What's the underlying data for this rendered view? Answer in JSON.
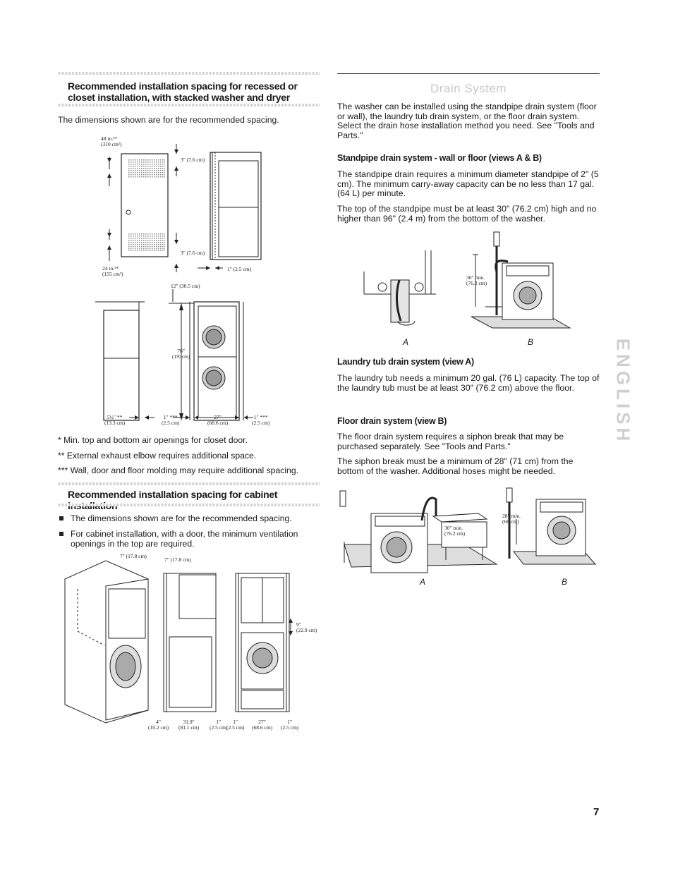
{
  "left": {
    "section1": {
      "title": "Recommended installation spacing for recessed or closet installation, with stacked washer and dryer",
      "intro": "The dimensions shown are for the recommended spacing."
    },
    "fig1": {
      "vent_area": "48 in.²*\n(310 cm²)",
      "gap_top": "3\" (7.6 cm)",
      "gap_bottom": "3\" (7.6 cm)",
      "vent_area_bottom": "24 in.²*\n(155 cm²)",
      "side_gap": "1\" (2.5 cm)"
    },
    "fig2": {
      "rear": "12\" (30.5 cm)",
      "height": "76\"\n(193cm)",
      "d1": "5¼\" **\n(13.3 cm)",
      "d2": "1\" ***\n(2.5 cm)",
      "d3": "27\"\n(68.6 cm)",
      "d4": "1\" ***\n(2.5 cm)"
    },
    "notes": [
      "* Min. top and bottom air openings for closet door.",
      "** External exhaust elbow requires additional space.",
      "*** Wall, door and floor molding may require additional spacing."
    ],
    "section2": {
      "title": "Recommended installation spacing for cabinet installation",
      "bullets": [
        "The dimensions shown are for the recommended spacing.",
        "For cabinet installation, with a door, the minimum ventilation openings in the top are required."
      ]
    },
    "fig3": {
      "top1": "7\" (17.8 cm)",
      "top2": "7\" (17.8 cm)",
      "right": "9\"\n(22.9 cm)",
      "b1": "4\"\n(10.2 cm)",
      "b2": "31.9\"\n(81.1 cm)",
      "b3": "1\"\n(2.5 cm)",
      "b4": "1\"\n(2.5 cm)",
      "b5": "27\"\n(68.6 cm)",
      "b6": "1\"\n(2.5 cm)"
    }
  },
  "right": {
    "title": "Drain System",
    "intro": "The washer can be installed using the standpipe drain system (floor or wall), the laundry tub drain system, or the floor drain system. Select the drain hose installation method you need. See \"Tools and Parts.\"",
    "standpipe": {
      "title": "Standpipe drain system - wall or floor (views A & B)",
      "p1": "The standpipe drain requires a minimum diameter standpipe of 2\" (5 cm). The minimum carry-away capacity can be no less than 17 gal. (64 L) per minute.",
      "p2": "The top of the standpipe must be at least 30\" (76.2 cm) high and no higher than 96\" (2.4 m) from the bottom of the washer.",
      "fig_dim": "30\" min.\n(76.2 cm)",
      "label_a": "A",
      "label_b": "B"
    },
    "laundry_tub": {
      "title": "Laundry tub drain system (view A)",
      "p1": "The laundry tub needs a minimum 20 gal. (76 L) capacity. The top of the laundry tub must be at least 30\" (76.2 cm) above the floor."
    },
    "floor_drain": {
      "title": "Floor drain system (view B)",
      "p1": "The floor drain system requires a siphon break that may be purchased separately. See \"Tools and Parts.\"",
      "p2": "The siphon break must be a minimum of 28\" (71 cm) from the bottom of the washer. Additional hoses might be needed.",
      "fig_dim_a": "30\" min.\n(76.2 cm)",
      "fig_dim_b": "28\" min.\n(66 cm)",
      "label_a": "A",
      "label_b": "B"
    }
  },
  "side_tab": "ENGLISH",
  "page_number": "7"
}
